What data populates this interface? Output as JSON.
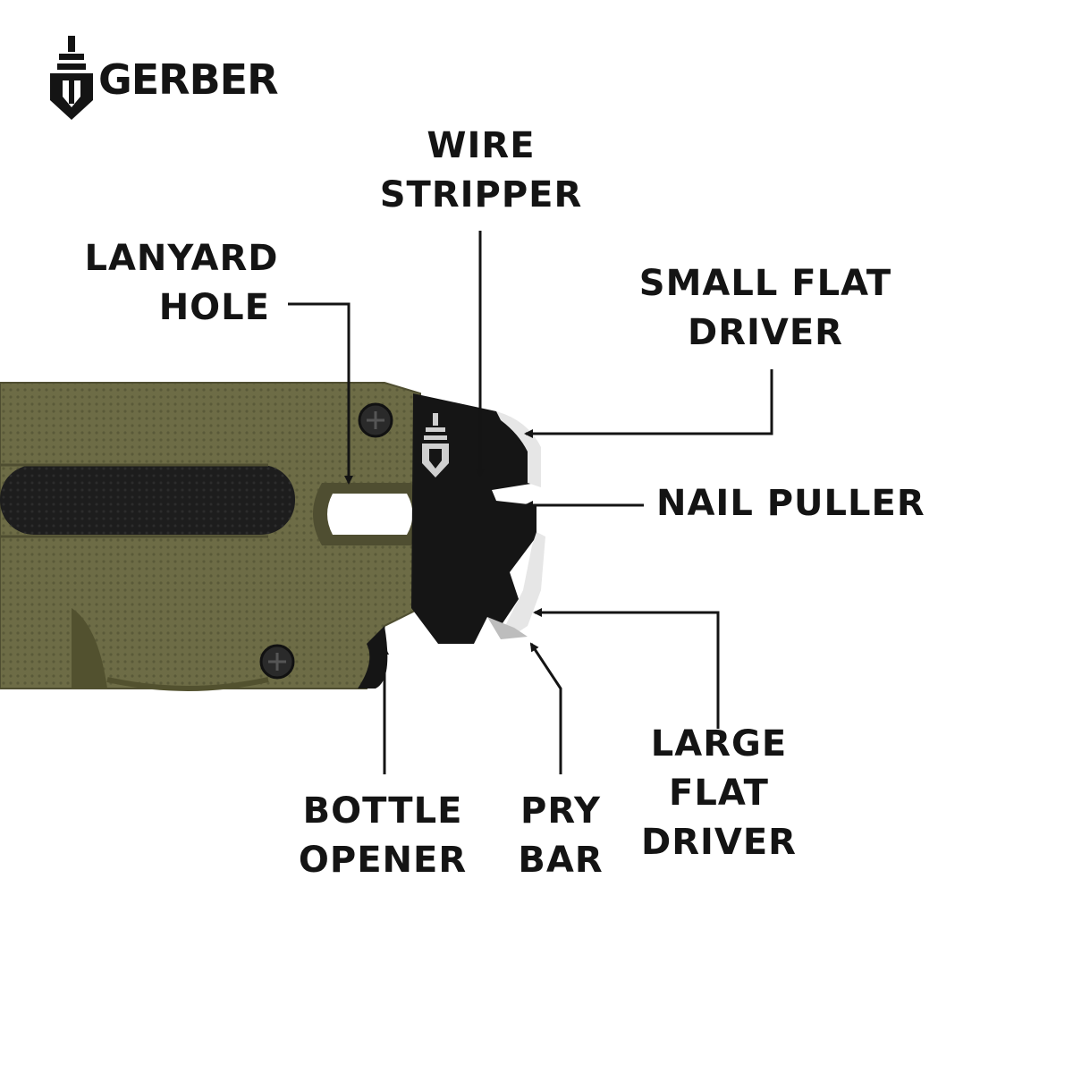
{
  "brand": {
    "name": "GERBER",
    "logo_icon": "gerber-dagger-shield-icon"
  },
  "tool": {
    "handle_color": "#6b6a45",
    "blade_color": "#151515",
    "edge_color": "#e6e6e6"
  },
  "labels": {
    "wire_stripper": [
      "WIRE",
      "STRIPPER"
    ],
    "lanyard_hole": [
      "LANYARD",
      "HOLE"
    ],
    "small_flat_driver": [
      "SMALL FLAT",
      "DRIVER"
    ],
    "nail_puller": [
      "NAIL PULLER"
    ],
    "bottle_opener": [
      "BOTTLE",
      "OPENER"
    ],
    "pry_bar": [
      "PRY",
      "BAR"
    ],
    "large_flat_driver": [
      "LARGE",
      "FLAT",
      "DRIVER"
    ]
  }
}
